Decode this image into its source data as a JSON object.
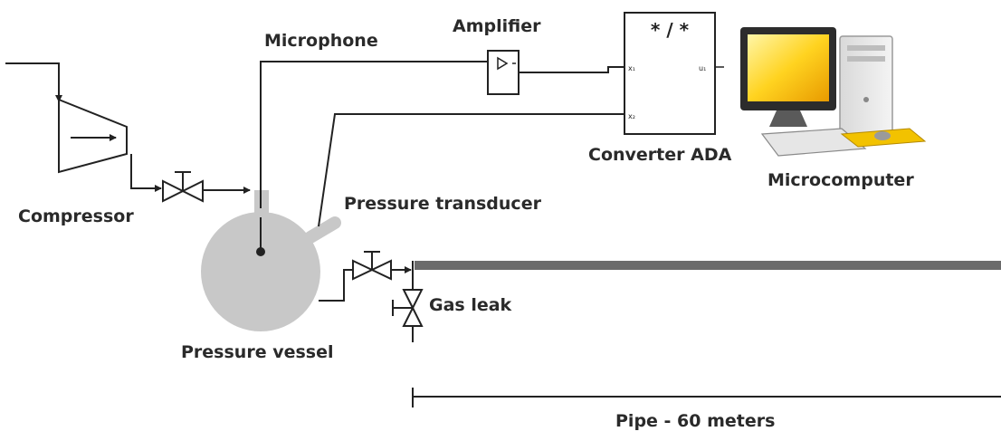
{
  "labels": {
    "microphone": "Microphone",
    "amplifier": "Amplifier",
    "converter_title": "* / *",
    "converter": "Converter ADA",
    "microcomputer": "Microcomputer",
    "compressor": "Compressor",
    "pressure_transducer": "Pressure transducer",
    "gas_leak": "Gas leak",
    "pressure_vessel": "Pressure vessel",
    "pipe": "Pipe - 60 meters"
  },
  "converter_ports": {
    "in1": "x₁",
    "in2": "x₂",
    "out": "u₁"
  },
  "colors": {
    "line": "#222222",
    "vessel": "#c8c8c8",
    "pipe": "#6b6b6b",
    "text": "#2a2a2a"
  },
  "icons": [
    "amplifier-triangle-icon",
    "valve-icon",
    "computer-icon"
  ]
}
